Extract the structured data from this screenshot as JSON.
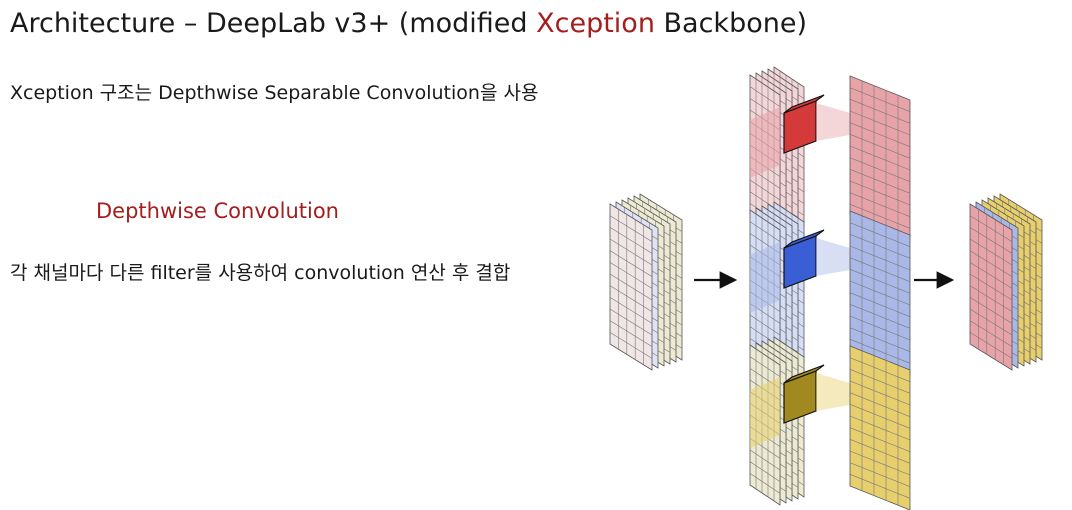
{
  "title": {
    "prefix": "Architecture – DeepLab v3+ (modified ",
    "highlight": "Xception",
    "suffix": " Backbone)"
  },
  "subtitle": "Xception 구조는 Depthwise Separable Convolution을 사용",
  "section_heading": "Depthwise Convolution",
  "description": "각 채널마다 다른 filter를 사용하여 convolution 연산 후 결합",
  "colors": {
    "accent": "#a41e1e",
    "red_channel": "#e8a3a8",
    "blue_channel": "#a9b8e6",
    "yellow_channel": "#e8cf6e",
    "input_fill": "#ecead2"
  },
  "diagram": {
    "input_channels": [
      "red",
      "blue",
      "yellow"
    ],
    "branches": [
      "red",
      "blue",
      "yellow"
    ],
    "output_channels": [
      "red",
      "blue",
      "yellow"
    ],
    "arrow_count": 2
  }
}
